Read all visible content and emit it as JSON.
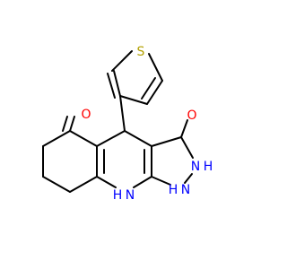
{
  "colors": {
    "background": "#ffffff",
    "bond": "#000000",
    "oxygen": "#ff0000",
    "nitrogen": "#0000ff",
    "sulfur": "#b2a000"
  },
  "atoms": {
    "s1": "S",
    "o_ketone": "O",
    "o_hydroxyl": "O",
    "nh_2": "H",
    "n_2": "N",
    "nh_1": "H",
    "n_1": "N",
    "n_ring": "N",
    "nh_ring": "H"
  }
}
